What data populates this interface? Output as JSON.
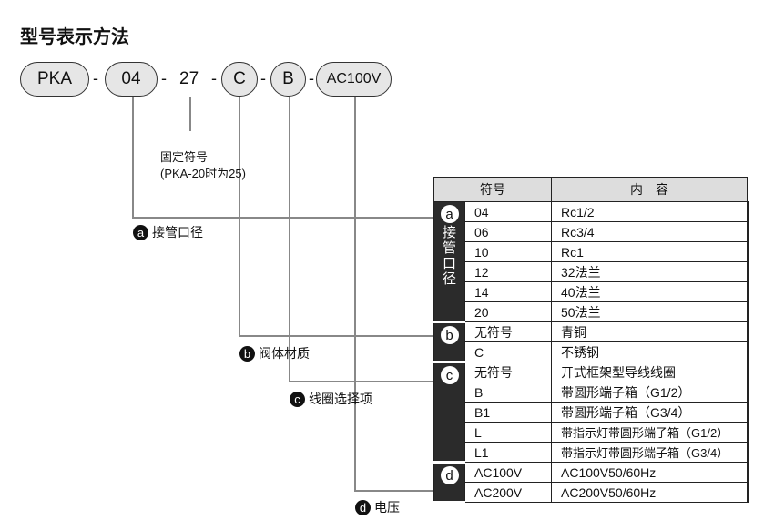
{
  "title": "型号表示方法",
  "model": {
    "p1": "PKA",
    "p2": "04",
    "p3": "27",
    "p4": "C",
    "p5": "B",
    "p6": "AC100V",
    "sep": "-"
  },
  "note": {
    "line1": "固定符号",
    "line2": "(PKA-20时为25)"
  },
  "labels": {
    "a": {
      "key": "a",
      "text": "接管口径"
    },
    "b": {
      "key": "b",
      "text": "阀体材质"
    },
    "c": {
      "key": "c",
      "text": "线圈选择项"
    },
    "d": {
      "key": "d",
      "text": "电压"
    }
  },
  "table": {
    "headers": [
      "符号",
      "内　容"
    ],
    "groups": [
      {
        "key": "a",
        "name": "接管口径",
        "rows": [
          [
            "04",
            "Rc1/2"
          ],
          [
            "06",
            "Rc3/4"
          ],
          [
            "10",
            "Rc1"
          ],
          [
            "12",
            "32法兰"
          ],
          [
            "14",
            "40法兰"
          ],
          [
            "20",
            "50法兰"
          ]
        ]
      },
      {
        "key": "b",
        "name": "",
        "rows": [
          [
            "无符号",
            "青铜"
          ],
          [
            "C",
            "不锈钢"
          ]
        ]
      },
      {
        "key": "c",
        "name": "",
        "rows": [
          [
            "无符号",
            "开式框架型导线线圈"
          ],
          [
            "B",
            "带圆形端子箱（G1/2）"
          ],
          [
            "B1",
            "带圆形端子箱（G3/4）"
          ],
          [
            "L",
            "带指示灯带圆形端子箱（G1/2）"
          ],
          [
            "L1",
            "带指示灯带圆形端子箱（G3/4）"
          ]
        ]
      },
      {
        "key": "d",
        "name": "",
        "rows": [
          [
            "AC100V",
            "AC100V50/60Hz"
          ],
          [
            "AC200V",
            "AC200V50/60Hz"
          ]
        ]
      }
    ]
  }
}
